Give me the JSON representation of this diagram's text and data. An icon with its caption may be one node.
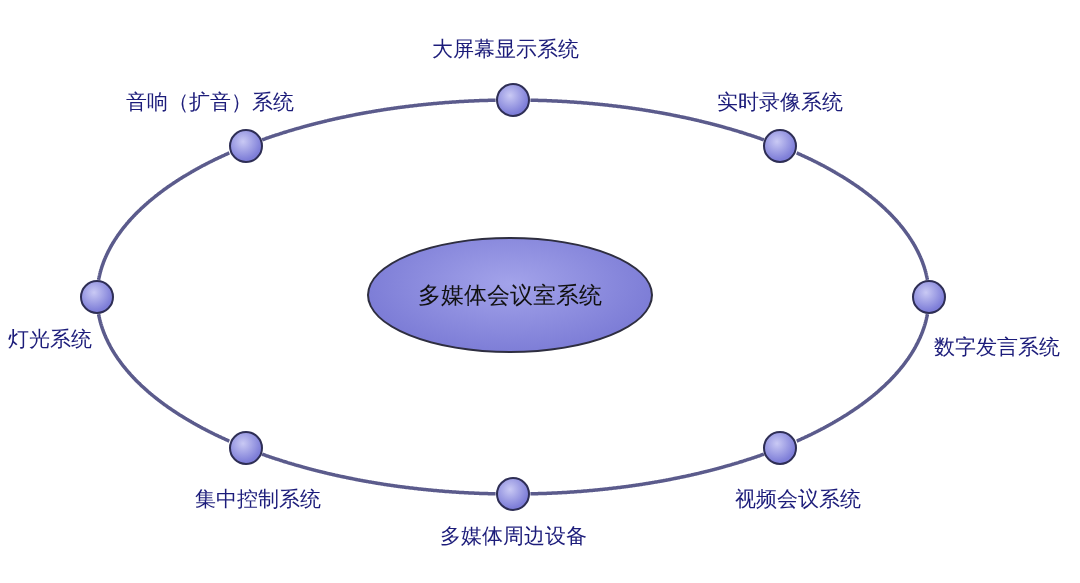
{
  "diagram": {
    "nodes": [
      {
        "text": [
          "多媒体会议室系统"
        ]
      },
      {
        "text": [],
        "shape": "circle",
        "beside": [
          "大屏幕显示系统"
        ]
      },
      {
        "text": [],
        "shape": "circle",
        "beside": [
          "音响（扩音）系统"
        ]
      },
      {
        "text": [],
        "shape": "circle",
        "beside": [
          "实时录像系统"
        ]
      },
      {
        "text": [],
        "shape": "circle",
        "beside": [
          "灯光系统"
        ]
      },
      {
        "text": [],
        "shape": "circle",
        "beside": [
          "数字发言系统"
        ]
      },
      {
        "text": [],
        "shape": "circle",
        "beside": [
          "集中控制系统"
        ]
      },
      {
        "text": [],
        "shape": "circle",
        "beside": [
          "视频会议系统"
        ]
      },
      {
        "text": [],
        "shape": "circle",
        "beside": [
          "多媒体周边设备"
        ]
      }
    ],
    "edges": [
      {
        "from": 1,
        "to": 3,
        "arrow": "none"
      },
      {
        "from": 3,
        "to": 5,
        "arrow": "none"
      },
      {
        "from": 5,
        "to": 7,
        "arrow": "none"
      },
      {
        "from": 7,
        "to": 8,
        "arrow": "none"
      },
      {
        "from": 8,
        "to": 6,
        "arrow": "none"
      },
      {
        "from": 6,
        "to": 4,
        "arrow": "none"
      },
      {
        "from": 4,
        "to": 2,
        "arrow": "none"
      },
      {
        "from": 2,
        "to": 1,
        "arrow": "none"
      }
    ]
  }
}
